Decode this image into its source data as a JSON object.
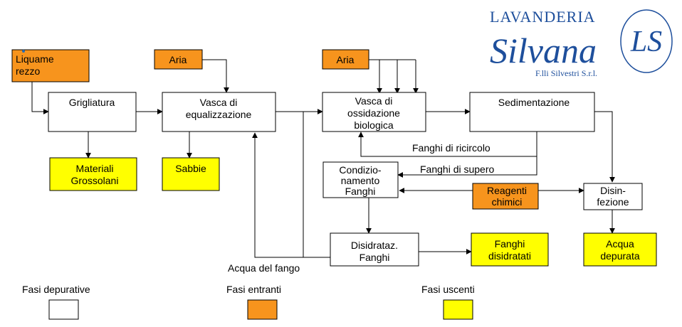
{
  "logo": {
    "line1": "LAVANDERIA",
    "name": "Silvana",
    "monogram": "LS",
    "company": "F.lli Silvestri S.r.l.",
    "color": "#1e4f9c"
  },
  "colors": {
    "depurative": "#ffffff",
    "entranti": "#f7941d",
    "uscenti": "#ffff00"
  },
  "boxes": {
    "liquame": [
      "Liquame",
      "rezzo"
    ],
    "aria1": [
      "Aria"
    ],
    "aria2": [
      "Aria"
    ],
    "grigliatura": [
      "Grigliatura"
    ],
    "equalizzazione": [
      "Vasca di",
      "equalizzazione"
    ],
    "ossidazione": [
      "Vasca di",
      "ossidazione",
      "biologica"
    ],
    "sedimentazione": [
      "Sedimentazione"
    ],
    "materiali": [
      "Materiali",
      "Grossolani"
    ],
    "sabbie": [
      "Sabbie"
    ],
    "condizionamento": [
      "Condizio-",
      "namento",
      "Fanghi"
    ],
    "reagenti": [
      "Reagenti",
      "chimici"
    ],
    "disinfezione": [
      "Disin-",
      "fezione"
    ],
    "disidratazione": [
      "Disidrataz.",
      "Fanghi"
    ],
    "fanghi_disidratati": [
      "Fanghi",
      "disidratati"
    ],
    "acqua_depurata": [
      "Acqua",
      "depurata"
    ]
  },
  "labels": {
    "fanghi_ricircolo": "Fanghi di ricircolo",
    "fanghi_supero": "Fanghi di supero",
    "acqua_fango": "Acqua del fango"
  },
  "legend": {
    "depurative": "Fasi depurative",
    "entranti": "Fasi entranti",
    "uscenti": "Fasi uscenti"
  }
}
